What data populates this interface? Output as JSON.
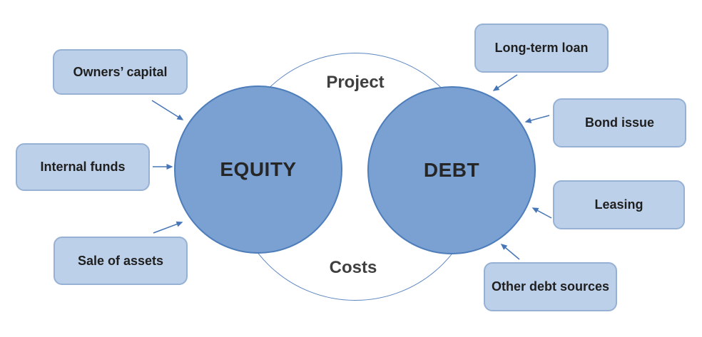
{
  "diagram": {
    "center_top_label": "Project",
    "center_bottom_label": "Costs",
    "nodes": {
      "equity": {
        "label": "EQUITY"
      },
      "debt": {
        "label": "DEBT"
      }
    },
    "equity_sources": [
      {
        "label": "Owners’ capital"
      },
      {
        "label": "Internal funds"
      },
      {
        "label": "Sale of assets"
      }
    ],
    "debt_sources": [
      {
        "label": "Long-term loan"
      },
      {
        "label": "Bond issue"
      },
      {
        "label": "Leasing"
      },
      {
        "label": "Other debt sources"
      }
    ],
    "colors": {
      "circle_fill": "#7BA0D2",
      "circle_border": "#4D7DBA",
      "box_fill": "#BDD0E9",
      "box_border": "#96B1D4",
      "outline_circle": "#5C86C2",
      "arrow": "#4676B6",
      "node_text": "#262626",
      "ring_text": "#3F3F3F",
      "box_text": "#1F1F1F",
      "background": "#FFFFFF"
    }
  }
}
